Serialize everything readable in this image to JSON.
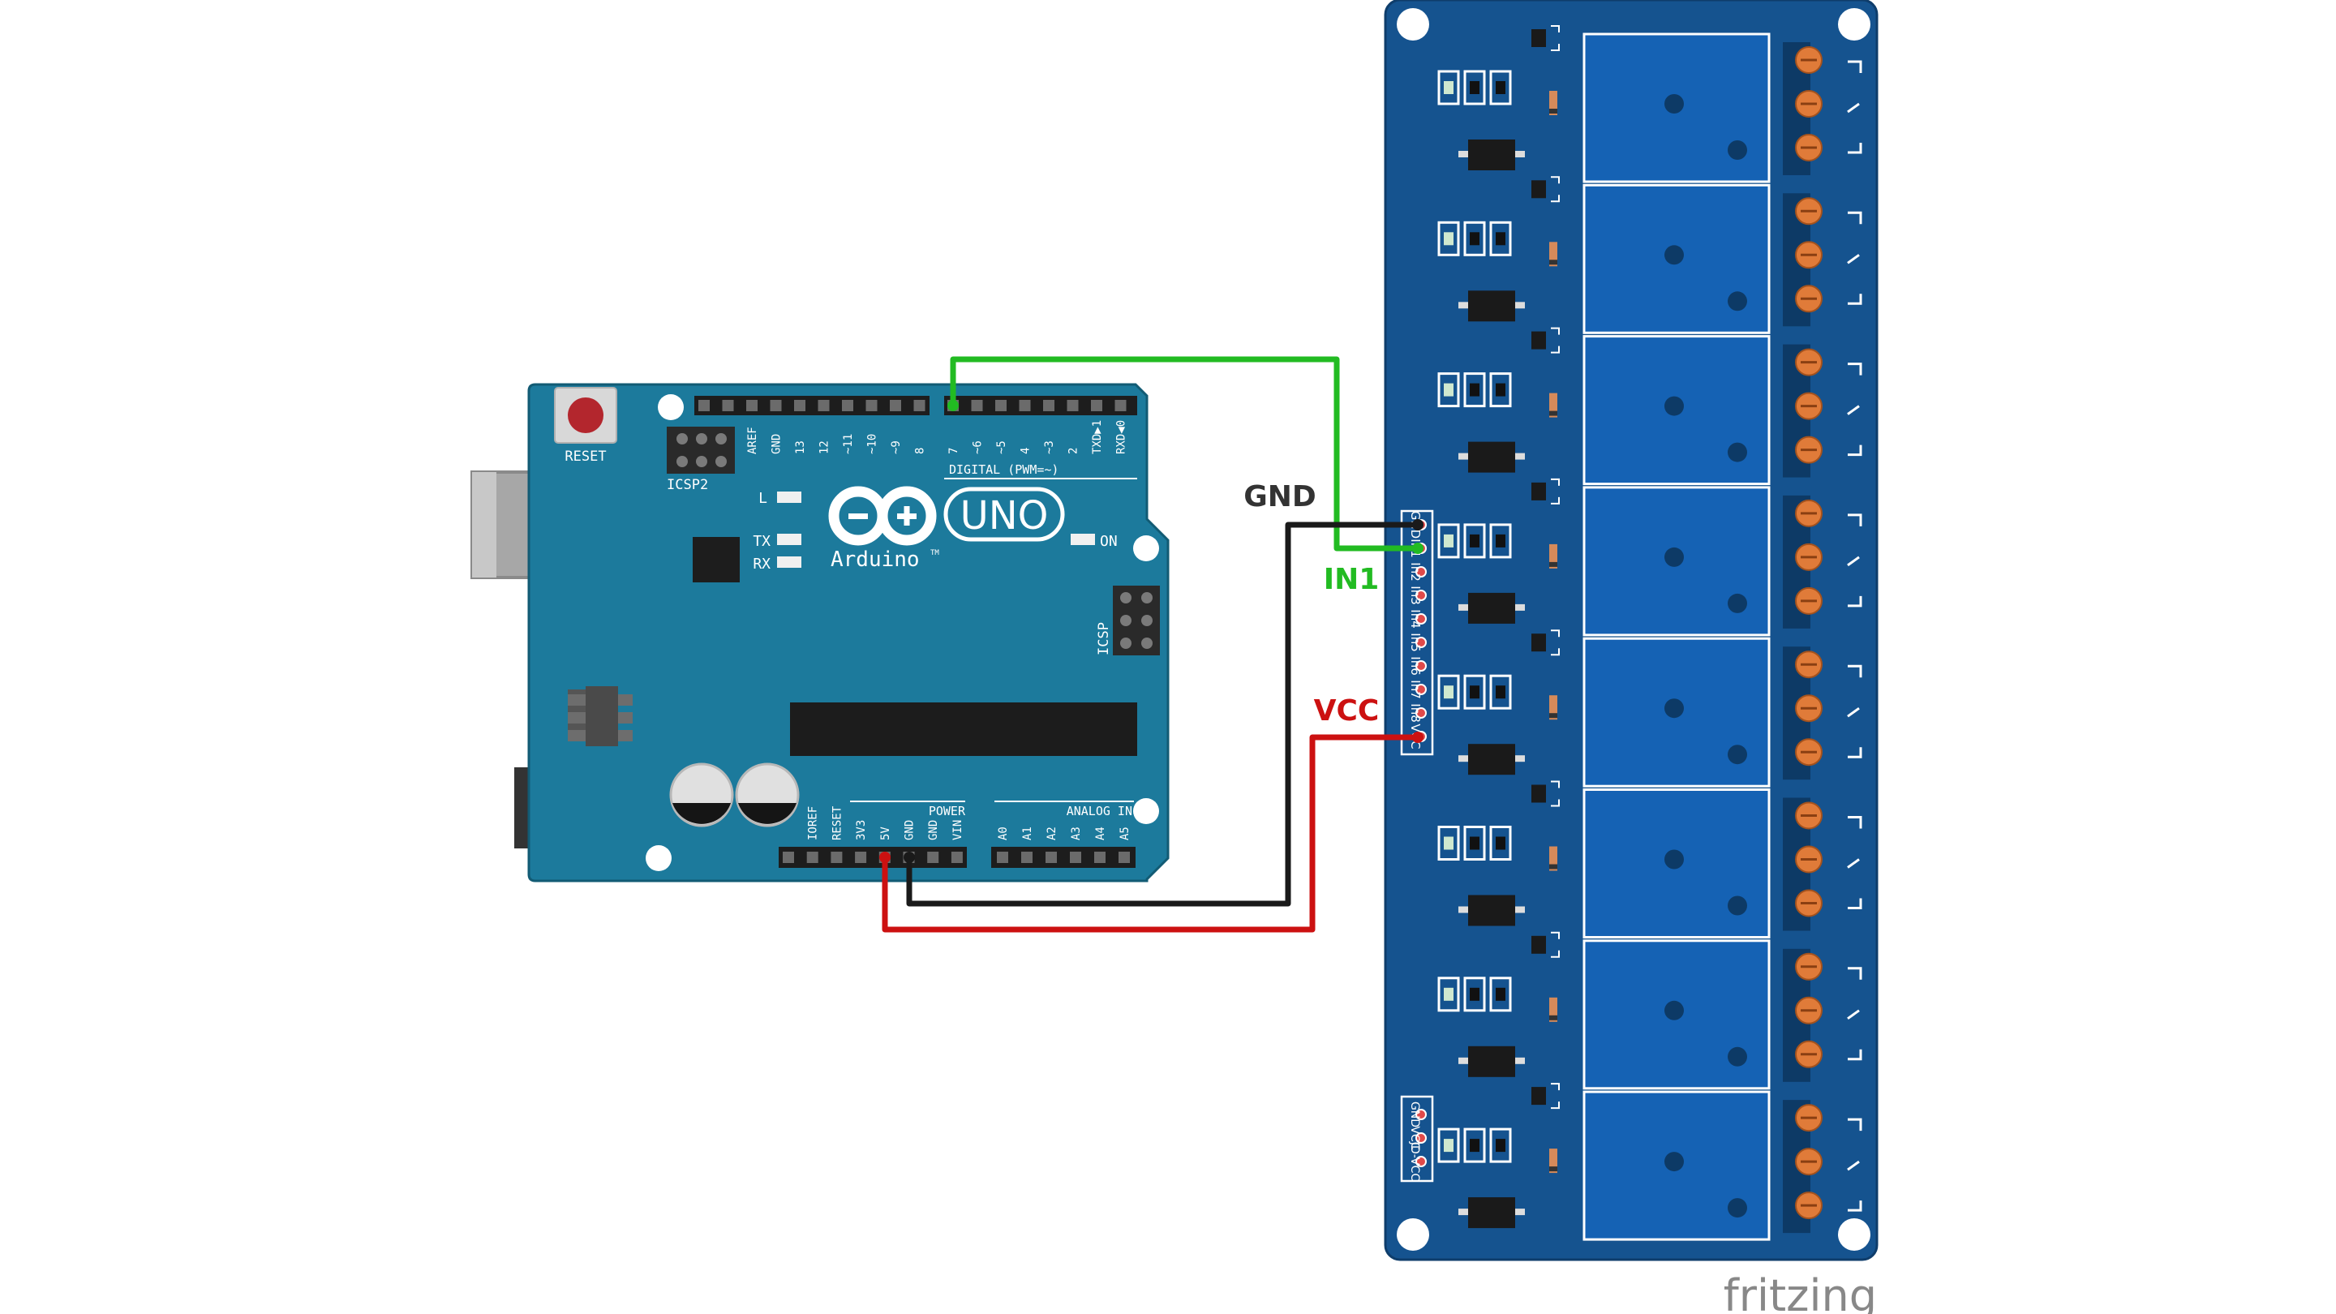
{
  "arduino": {
    "reset_label": "RESET",
    "icsp2_label": "ICSP2",
    "icsp_label": "ICSP",
    "uno_label": "UNO",
    "brand_label": "Arduino",
    "tm_mark": "TM",
    "l_label": "L",
    "tx_label": "TX",
    "rx_label": "RX",
    "on_label": "ON",
    "digital_label": "DIGITAL (PWM=~)",
    "power_label": "POWER",
    "analog_label": "ANALOG IN",
    "digital_pins": [
      "AREF",
      "GND",
      "13",
      "12",
      "~11",
      "~10",
      "~9",
      "8",
      "7",
      "~6",
      "~5",
      "4",
      "~3",
      "2",
      "TXD▶1",
      "RXD◀0"
    ],
    "power_pins": [
      "IOREF",
      "RESET",
      "3V3",
      "5V",
      "GND",
      "GND",
      "VIN"
    ],
    "analog_pins": [
      "A0",
      "A1",
      "A2",
      "A3",
      "A4",
      "A5"
    ]
  },
  "relay_board": {
    "input_pins": [
      "GND",
      "In1",
      "In2",
      "In3",
      "In4",
      "In5",
      "In6",
      "In7",
      "In8",
      "VCC"
    ],
    "jd_pins": [
      "GND",
      "VCC",
      "JD-VCC"
    ],
    "relay_count": 8
  },
  "wires": [
    {
      "label": "GND",
      "color": "#1a1a1a"
    },
    {
      "label": "IN1",
      "color": "#22bb22"
    },
    {
      "label": "VCC",
      "color": "#cc1111"
    }
  ],
  "colors": {
    "arduino_board": "#1c7a9c",
    "relay_board": "#15538f",
    "relay_block": "#1562b4",
    "label_gnd": "#333333",
    "label_in1": "#22bb22",
    "label_vcc": "#cc1111",
    "fritzing": "#888888"
  },
  "footer": {
    "logo": "fritzing"
  }
}
